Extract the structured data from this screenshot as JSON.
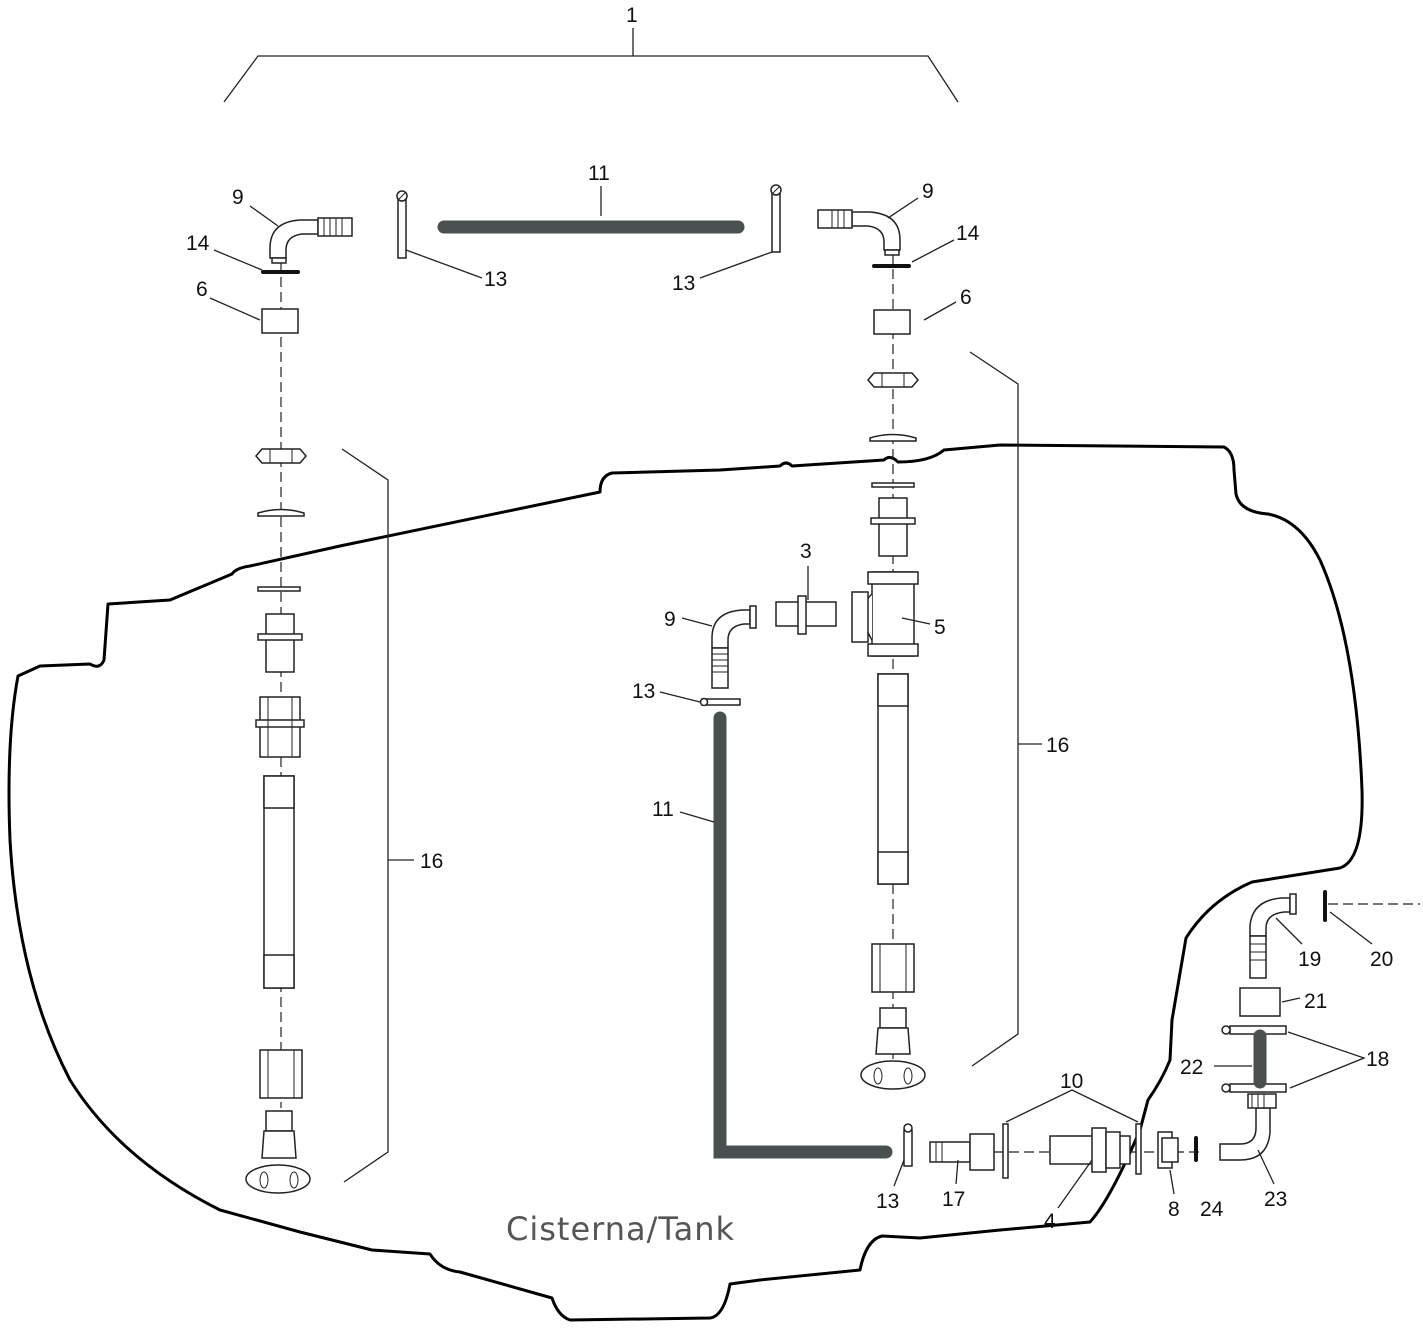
{
  "diagram": {
    "tank_label": "Cisterna/Tank",
    "callouts": {
      "c1": "1",
      "c9_left": "9",
      "c14_left": "14",
      "c6_left": "6",
      "c11_top": "11",
      "c13_top_left": "13",
      "c13_top_right": "13",
      "c9_right": "9",
      "c14_right": "14",
      "c6_right": "6",
      "c16_left": "16",
      "c16_right": "16",
      "c3": "3",
      "c5": "5",
      "c9_mid": "9",
      "c13_mid": "13",
      "c11_mid": "11",
      "c10": "10",
      "c13_bottom": "13",
      "c17": "17",
      "c4": "4",
      "c8": "8",
      "c24": "24",
      "c23": "23",
      "c22": "22",
      "c18": "18",
      "c21": "21",
      "c19": "19",
      "c20": "20"
    }
  }
}
